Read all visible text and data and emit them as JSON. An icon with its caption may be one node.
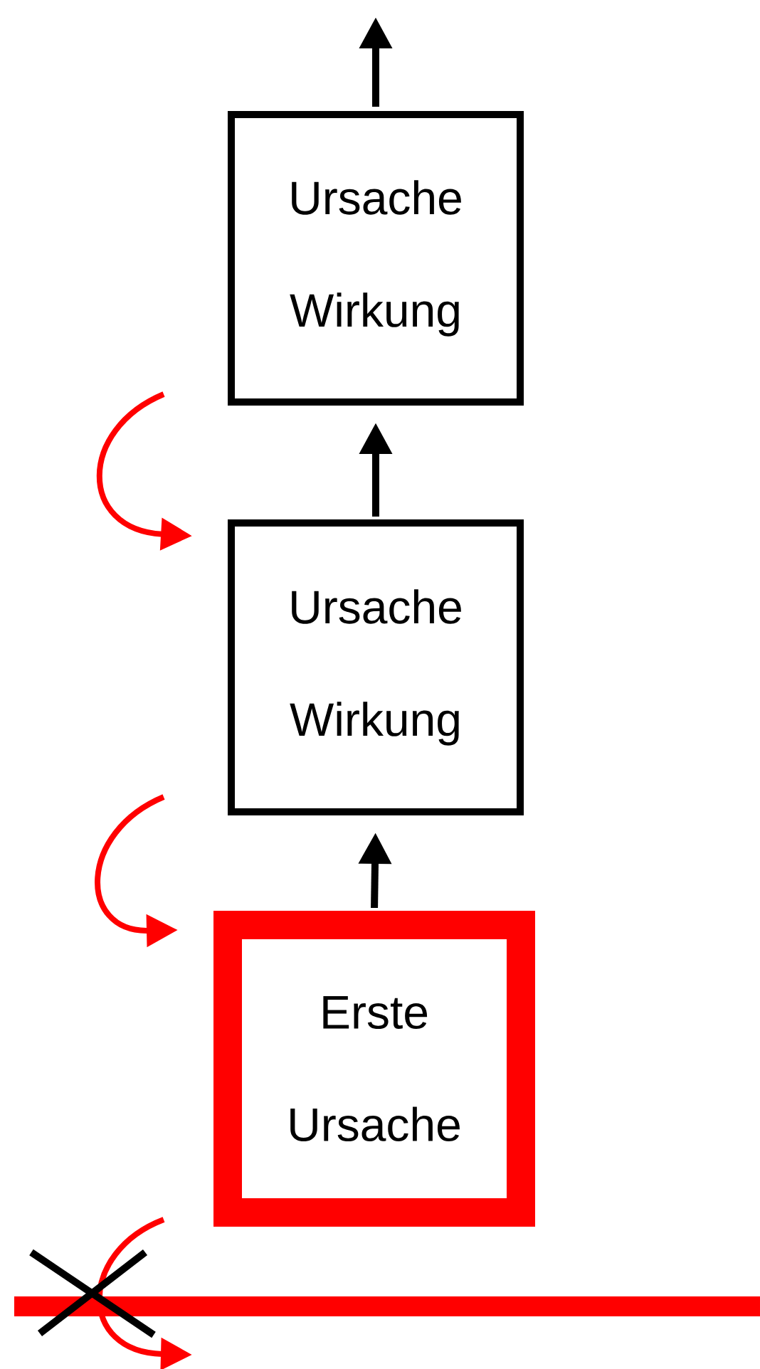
{
  "diagram": {
    "nodes": [
      {
        "text": [
          "Ursache",
          "Wirkung"
        ]
      },
      {
        "text": [
          "Ursache",
          "Wirkung"
        ]
      },
      {
        "text": [
          "Erste",
          "Ursache"
        ]
      }
    ],
    "edges": [
      {
        "from": 0,
        "to": null,
        "arrow": "to"
      },
      {
        "from": 1,
        "to": 0,
        "arrow": "to"
      },
      {
        "from": 2,
        "to": 1,
        "arrow": "to"
      },
      {
        "from": null,
        "to": 1,
        "arrow": "to",
        "color": "#ff0000"
      },
      {
        "from": null,
        "to": 2,
        "arrow": "to",
        "color": "#ff0000"
      }
    ]
  }
}
